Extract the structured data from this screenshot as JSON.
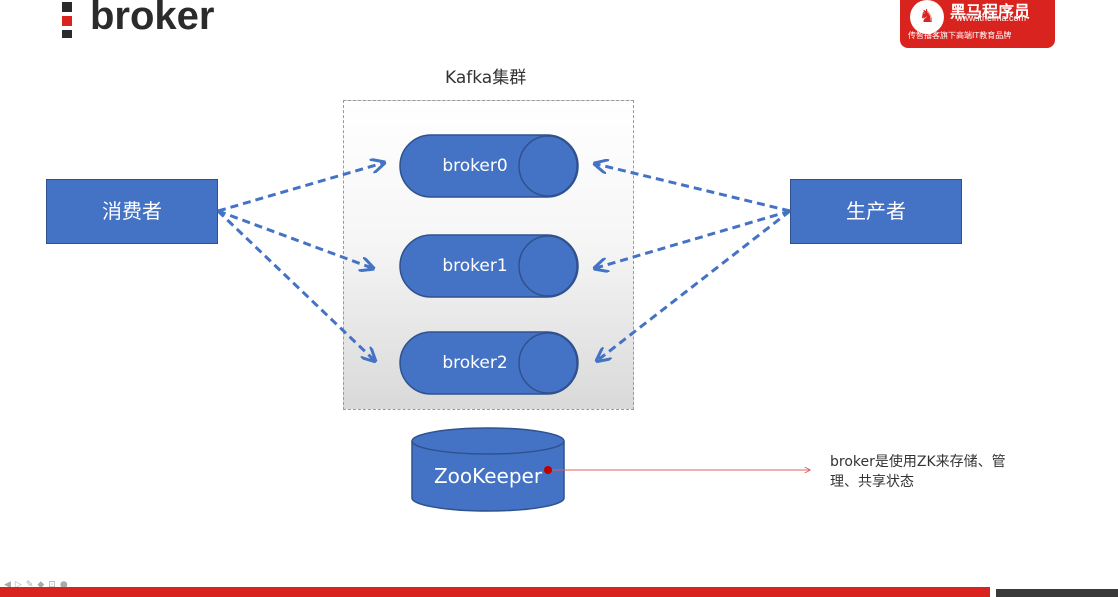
{
  "slide": {
    "title": "broker"
  },
  "logo": {
    "brand": "黑马程序员",
    "url": "www.itheima.com",
    "slogan": "传智播客旗下高端IT教育品牌"
  },
  "diagram": {
    "cluster_label": "Kafka集群",
    "consumer_label": "消费者",
    "producer_label": "生产者",
    "brokers": [
      "broker0",
      "broker1",
      "broker2"
    ],
    "zookeeper_label": "ZooKeeper",
    "note": "broker是使用ZK来存储、管理、共享状态"
  },
  "colors": {
    "accent_blue": "#4472c4",
    "brand_red": "#d9231e",
    "note_line": "#e06060"
  }
}
